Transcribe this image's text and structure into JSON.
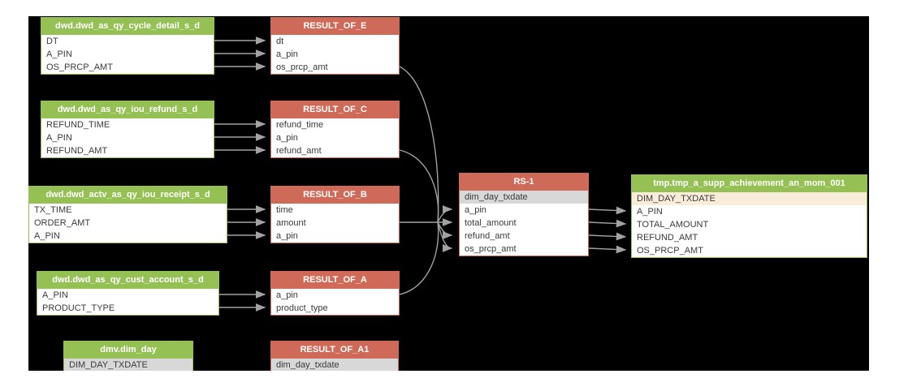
{
  "diagram": {
    "colors": {
      "canvas_bg": "#000000",
      "page_bg": "#ffffff",
      "source_header": "#94c054",
      "result_header": "#d06a58",
      "row_highlight_grey": "#d8d8d8",
      "row_highlight_cream": "#f9edda",
      "arrow": "#a2a2a2",
      "field_text": "#3a3a3a",
      "header_text": "#ffffff"
    },
    "tables": [
      {
        "id": "cycle_detail",
        "kind": "source",
        "title": "dwd.dwd_as_qy_cycle_detail_s_d",
        "fields": [
          {
            "name": "DT"
          },
          {
            "name": "A_PIN"
          },
          {
            "name": "OS_PRCP_AMT"
          }
        ]
      },
      {
        "id": "result_e",
        "kind": "result",
        "title": "RESULT_OF_E",
        "fields": [
          {
            "name": "dt"
          },
          {
            "name": "a_pin"
          },
          {
            "name": "os_prcp_amt"
          }
        ]
      },
      {
        "id": "iou_refund",
        "kind": "source",
        "title": "dwd.dwd_as_qy_iou_refund_s_d",
        "fields": [
          {
            "name": "REFUND_TIME"
          },
          {
            "name": "A_PIN"
          },
          {
            "name": "REFUND_AMT"
          }
        ]
      },
      {
        "id": "result_c",
        "kind": "result",
        "title": "RESULT_OF_C",
        "fields": [
          {
            "name": "refund_time"
          },
          {
            "name": "a_pin"
          },
          {
            "name": "refund_amt"
          }
        ]
      },
      {
        "id": "iou_receipt",
        "kind": "source",
        "title": "dwd.dwd_actv_as_qy_iou_receipt_s_d",
        "fields": [
          {
            "name": "TX_TIME"
          },
          {
            "name": "ORDER_AMT"
          },
          {
            "name": "A_PIN"
          }
        ]
      },
      {
        "id": "result_b",
        "kind": "result",
        "title": "RESULT_OF_B",
        "fields": [
          {
            "name": "time"
          },
          {
            "name": "amount"
          },
          {
            "name": "a_pin"
          }
        ]
      },
      {
        "id": "cust_account",
        "kind": "source",
        "title": "dwd.dwd_as_qy_cust_account_s_d",
        "fields": [
          {
            "name": "A_PIN"
          },
          {
            "name": "PRODUCT_TYPE"
          }
        ]
      },
      {
        "id": "result_a",
        "kind": "result",
        "title": "RESULT_OF_A",
        "fields": [
          {
            "name": "a_pin"
          },
          {
            "name": "product_type"
          }
        ]
      },
      {
        "id": "dim_day",
        "kind": "source",
        "title": "dmv.dim_day",
        "fields": [
          {
            "name": "DIM_DAY_TXDATE",
            "highlight": "grey"
          }
        ]
      },
      {
        "id": "result_a1",
        "kind": "result",
        "title": "RESULT_OF_A1",
        "fields": [
          {
            "name": "dim_day_txdate",
            "highlight": "grey"
          }
        ]
      },
      {
        "id": "rs1",
        "kind": "result",
        "title": "RS-1",
        "fields": [
          {
            "name": "dim_day_txdate",
            "highlight": "grey"
          },
          {
            "name": "a_pin"
          },
          {
            "name": "total_amount"
          },
          {
            "name": "refund_amt"
          },
          {
            "name": "os_prcp_amt"
          }
        ]
      },
      {
        "id": "tmp",
        "kind": "source",
        "title": "tmp.tmp_a_supp_achievement_an_mom_001",
        "fields": [
          {
            "name": "DIM_DAY_TXDATE",
            "highlight": "cream"
          },
          {
            "name": "A_PIN"
          },
          {
            "name": "TOTAL_AMOUNT"
          },
          {
            "name": "REFUND_AMT"
          },
          {
            "name": "OS_PRCP_AMT"
          }
        ]
      }
    ],
    "connections": {
      "field_arrows": [
        {
          "from": {
            "table": "cycle_detail",
            "field": "DT"
          },
          "to": {
            "table": "result_e",
            "field": "dt"
          }
        },
        {
          "from": {
            "table": "cycle_detail",
            "field": "A_PIN"
          },
          "to": {
            "table": "result_e",
            "field": "a_pin"
          }
        },
        {
          "from": {
            "table": "cycle_detail",
            "field": "OS_PRCP_AMT"
          },
          "to": {
            "table": "result_e",
            "field": "os_prcp_amt"
          }
        },
        {
          "from": {
            "table": "iou_refund",
            "field": "REFUND_TIME"
          },
          "to": {
            "table": "result_c",
            "field": "refund_time"
          }
        },
        {
          "from": {
            "table": "iou_refund",
            "field": "A_PIN"
          },
          "to": {
            "table": "result_c",
            "field": "a_pin"
          }
        },
        {
          "from": {
            "table": "iou_refund",
            "field": "REFUND_AMT"
          },
          "to": {
            "table": "result_c",
            "field": "refund_amt"
          }
        },
        {
          "from": {
            "table": "iou_receipt",
            "field": "TX_TIME"
          },
          "to": {
            "table": "result_b",
            "field": "time"
          }
        },
        {
          "from": {
            "table": "iou_receipt",
            "field": "ORDER_AMT"
          },
          "to": {
            "table": "result_b",
            "field": "amount"
          }
        },
        {
          "from": {
            "table": "iou_receipt",
            "field": "A_PIN"
          },
          "to": {
            "table": "result_b",
            "field": "a_pin"
          }
        },
        {
          "from": {
            "table": "cust_account",
            "field": "A_PIN"
          },
          "to": {
            "table": "result_a",
            "field": "a_pin"
          }
        },
        {
          "from": {
            "table": "cust_account",
            "field": "PRODUCT_TYPE"
          },
          "to": {
            "table": "result_a",
            "field": "product_type"
          }
        },
        {
          "from": {
            "table": "rs1",
            "field": "a_pin"
          },
          "to": {
            "table": "tmp",
            "field": "A_PIN"
          }
        },
        {
          "from": {
            "table": "rs1",
            "field": "total_amount"
          },
          "to": {
            "table": "tmp",
            "field": "TOTAL_AMOUNT"
          }
        },
        {
          "from": {
            "table": "rs1",
            "field": "refund_amt"
          },
          "to": {
            "table": "tmp",
            "field": "REFUND_AMT"
          }
        },
        {
          "from": {
            "table": "rs1",
            "field": "os_prcp_amt"
          },
          "to": {
            "table": "tmp",
            "field": "OS_PRCP_AMT"
          }
        }
      ],
      "bundle": {
        "sources": [
          {
            "table": "result_e",
            "field": "os_prcp_amt"
          },
          {
            "table": "result_c",
            "field": "refund_amt"
          },
          {
            "table": "result_b",
            "field": "amount"
          },
          {
            "table": "result_a",
            "field": "a_pin"
          }
        ],
        "targets": [
          {
            "table": "rs1",
            "field": "a_pin"
          },
          {
            "table": "rs1",
            "field": "total_amount"
          },
          {
            "table": "rs1",
            "field": "refund_amt"
          },
          {
            "table": "rs1",
            "field": "os_prcp_amt"
          }
        ]
      }
    }
  }
}
